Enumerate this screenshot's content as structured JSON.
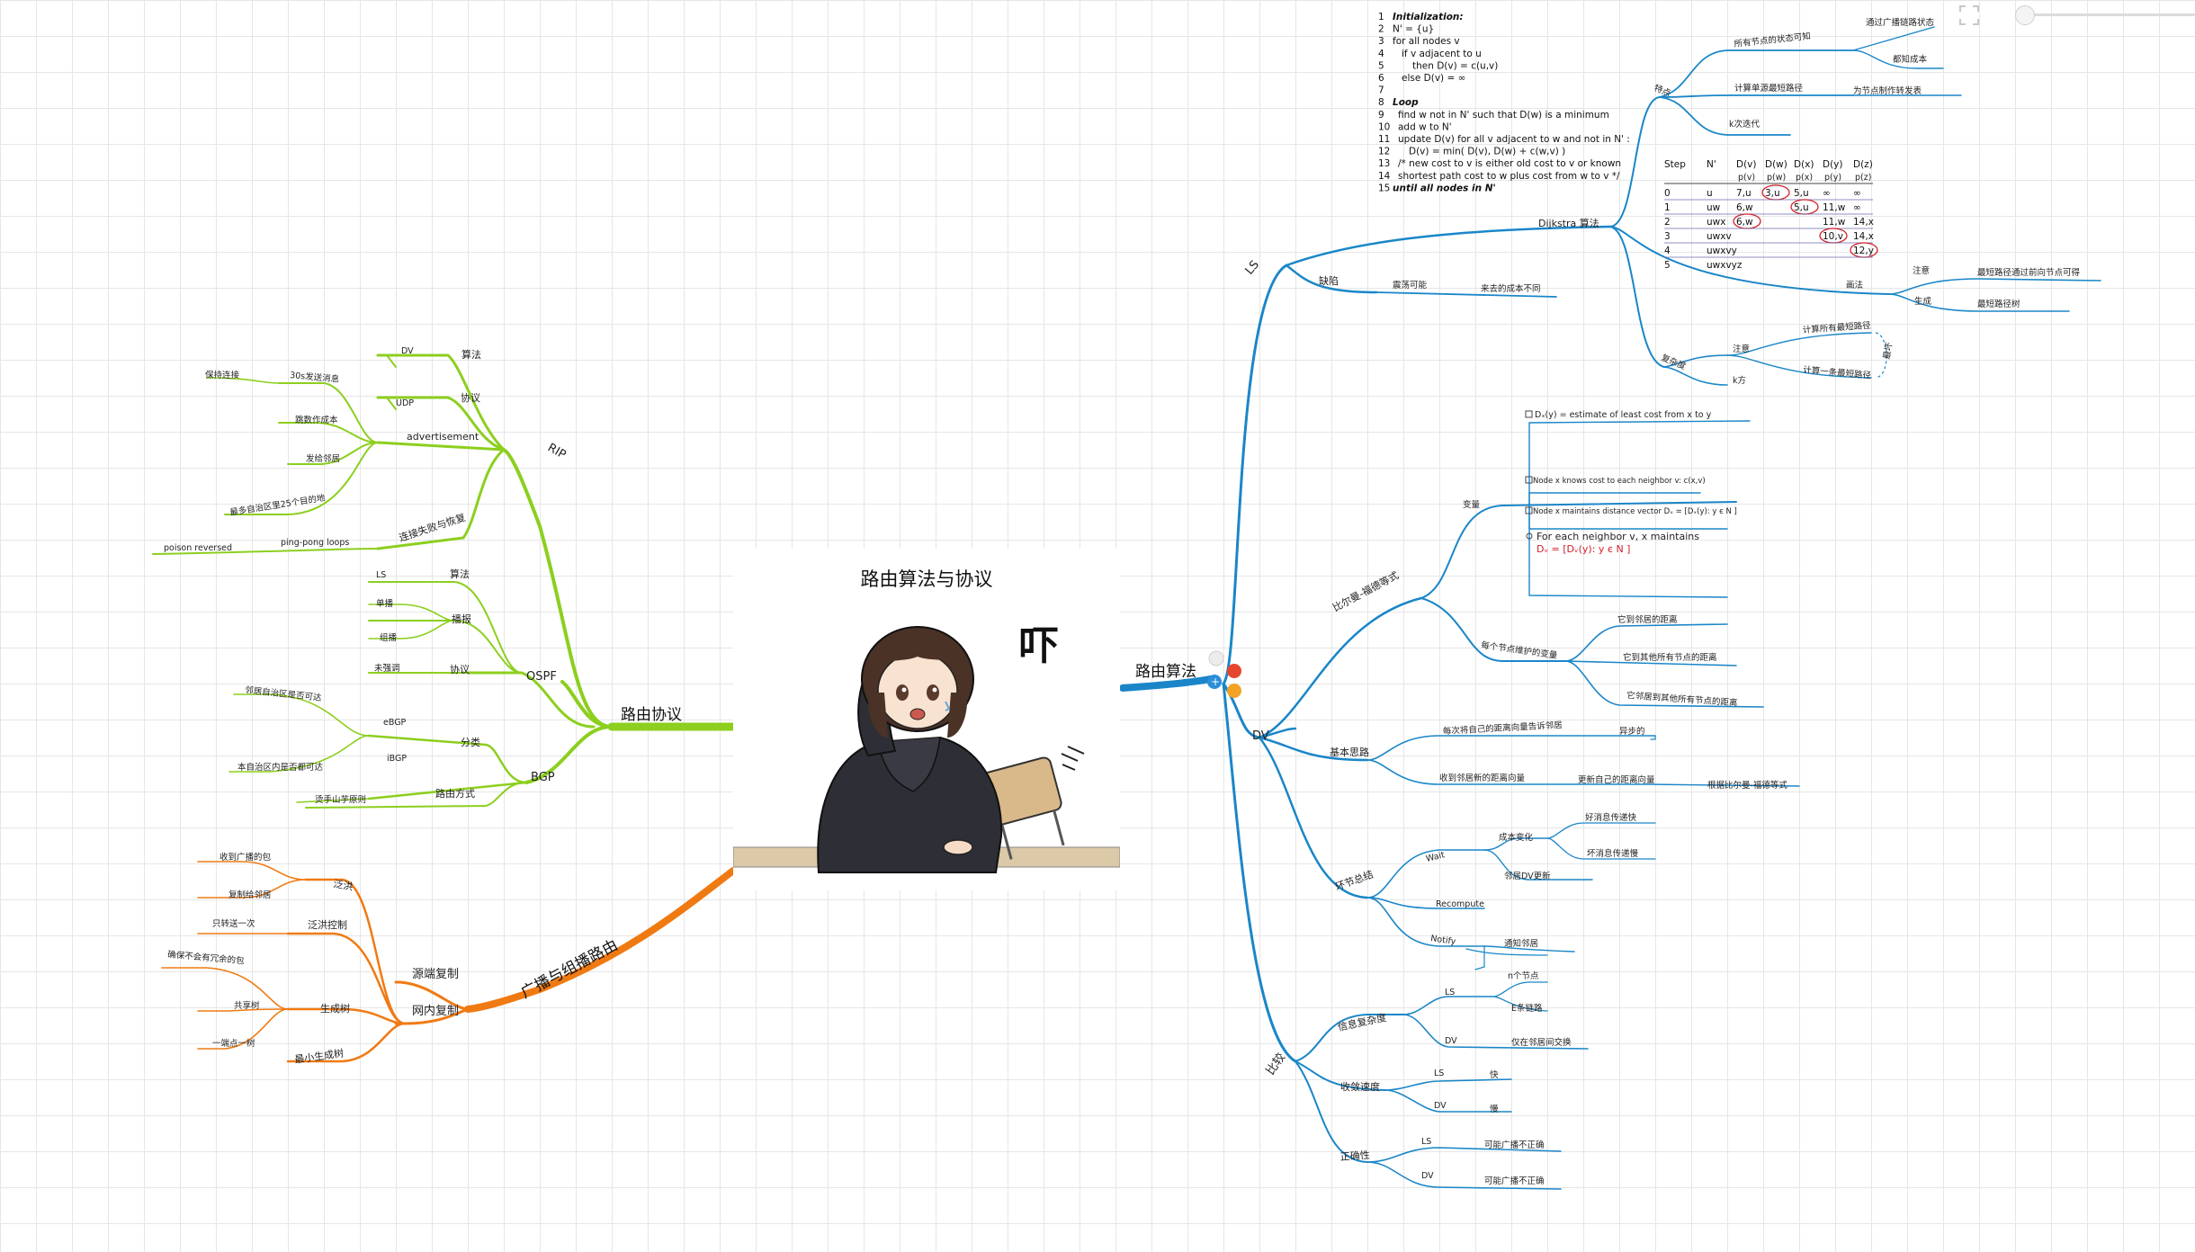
{
  "root": {
    "title": "路由算法与协议"
  },
  "exclaim": "吓",
  "left": {
    "routing_protocols": {
      "label": "路由协议",
      "rip": {
        "label": "RIP",
        "algorithm": {
          "label": "算法",
          "value": "DV"
        },
        "protocol": {
          "label": "协议",
          "value": "UDP"
        },
        "advertisement": {
          "label": "advertisement",
          "items": [
            "30s发送消息",
            "保持连接",
            "跳数作成本",
            "发给邻居",
            "最多自治区里25个目的地"
          ]
        },
        "failure": {
          "label": "连接失败与恢复",
          "pingpong": "ping-pong loops",
          "poison": "poison reversed"
        }
      },
      "ospf": {
        "label": "OSPF",
        "algorithm": {
          "label": "算法",
          "value": "LS"
        },
        "broadcast": {
          "label": "播报",
          "items": [
            "单播",
            "组播"
          ]
        },
        "protocol": {
          "label": "协议",
          "value": "未强调"
        }
      },
      "bgp": {
        "label": "BGP",
        "classification": {
          "label": "分类",
          "ebgp": "eBGP",
          "ebgp_desc": "邻居自治区是否可达",
          "ibgp": "iBGP",
          "ibgp_desc": "本自治区内是否都可达"
        },
        "routing": {
          "label": "路由方式",
          "value": "烫手山芋原则"
        }
      }
    },
    "broadcast": {
      "label": "广播与组播路由",
      "source": {
        "label": "源端复制"
      },
      "innet": {
        "label": "网内复制",
        "flooding": {
          "label": "泛洪",
          "items": [
            "收到广播的包",
            "复制给邻居"
          ]
        },
        "controlled": {
          "label": "泛洪控制",
          "value": "只转送一次"
        },
        "spanning": {
          "label": "生成树",
          "items": [
            "确保不会有冗余的包",
            "共享树",
            "一端点一树"
          ]
        },
        "mst": {
          "label": "最小生成树"
        }
      }
    }
  },
  "right": {
    "algorithms": {
      "label": "路由算法",
      "ls": {
        "label": "LS",
        "dijkstra": {
          "label": "Dijkstra 算法",
          "features": {
            "label": "特点",
            "items": [
              "所有节点的状态可知",
              "通过广播链路状态",
              "都知成本",
              "计算单源最短路径",
              "为节点制作转发表",
              "k次迭代"
            ]
          },
          "drawing": {
            "label": "画法",
            "note_label": "注意",
            "note": "最短路径通过前向节点可得",
            "gen_label": "生成",
            "gen": "最短路径树"
          },
          "complexity": {
            "label": "复杂度",
            "note_label": "注意",
            "k_label": "k方",
            "items": [
              "计算所有最短路径",
              "计算一条最短路径"
            ],
            "bracket": "最坏"
          }
        },
        "drawback": {
          "label": "缺陷",
          "osc": "震荡可能",
          "osc_desc": "来去的成本不同"
        },
        "algo_lines": [
          {
            "n": "1",
            "t": "Initialization:",
            "style": "bi"
          },
          {
            "n": "2",
            "t": "N' = {u}",
            "style": ""
          },
          {
            "n": "3",
            "t": "for all nodes v",
            "style": ""
          },
          {
            "n": "4",
            "t": "if v adjacent to u",
            "style": ""
          },
          {
            "n": "5",
            "t": "then D(v) = c(u,v)",
            "style": ""
          },
          {
            "n": "6",
            "t": "else D(v) = ∞",
            "style": ""
          },
          {
            "n": "7",
            "t": "",
            "style": ""
          },
          {
            "n": "8",
            "t": "Loop",
            "style": "bi"
          },
          {
            "n": "9",
            "t": "find w not in N' such that D(w) is a minimum",
            "style": ""
          },
          {
            "n": "10",
            "t": "add w to N'",
            "style": ""
          },
          {
            "n": "11",
            "t": "update D(v) for all v adjacent to w and not in N' :",
            "style": ""
          },
          {
            "n": "12",
            "t": "D(v) = min( D(v), D(w) + c(w,v) )",
            "style": "red"
          },
          {
            "n": "13",
            "t": "/* new cost to v is either old cost to v or known",
            "style": ""
          },
          {
            "n": "14",
            "t": "shortest path cost to w plus cost from w to v */",
            "style": ""
          },
          {
            "n": "15",
            "t": "until all nodes in N'",
            "style": "bi"
          }
        ],
        "table": {
          "headers": [
            "Step",
            "N'",
            "D(v)",
            "D(w)",
            "D(x)",
            "D(y)",
            "D(z)"
          ],
          "subheaders": [
            "",
            "",
            "p(v)",
            "p(w)",
            "p(x)",
            "p(y)",
            "p(z)"
          ],
          "rows": [
            [
              "0",
              "u",
              "7,u",
              "3,u",
              "5,u",
              "∞",
              "∞"
            ],
            [
              "1",
              "uw",
              "6,w",
              "",
              "5,u",
              "11,w",
              "∞"
            ],
            [
              "2",
              "uwx",
              "6,w",
              "",
              "",
              "11,w",
              "14,x"
            ],
            [
              "3",
              "uwxv",
              "",
              "",
              "",
              "10,v",
              "14,x"
            ],
            [
              "4",
              "uwxvy",
              "",
              "",
              "",
              "",
              "12,y"
            ],
            [
              "5",
              "uwxvyz",
              "",
              "",
              "",
              "",
              ""
            ]
          ]
        }
      },
      "dv": {
        "label": "DV",
        "bellman": {
          "label": "比尔曼-福德等式",
          "variables": {
            "label": "变量",
            "items": [
              "Dₓ(y) = estimate of least cost from x to y",
              "Node x knows cost to each neighbor v: c(x,v)",
              "Node x maintains distance vector Dₓ = [Dₓ(y): y є N ]",
              "For each neighbor v, x maintains",
              "Dᵥ = [Dᵥ(y): y є N ]"
            ]
          },
          "maintain": {
            "label": "每个节点维护的变量",
            "items": [
              "它到邻居的距离",
              "它到其他所有节点的距离",
              "它邻居到其他所有节点的距离"
            ]
          }
        },
        "basic": {
          "label": "基本思路",
          "items": [
            "每次将自己的距离向量告诉邻居",
            "异步的",
            "收到邻居新的距离向量",
            "更新自己的距离向量",
            "根据比尔曼-福德等式"
          ]
        },
        "loop": {
          "label": "环节总结",
          "wait": "Wait",
          "cost_change": "成本变化",
          "good": "好消息传递快",
          "bad": "坏消息传递慢",
          "nbr_dv": "邻居DV更新",
          "recompute": "Recompute",
          "notify": "Notify",
          "notify_nbr": "通知邻居"
        }
      },
      "compare": {
        "label": "比较",
        "msg": {
          "label": "信息复杂度",
          "ls": "LS",
          "ls_items": [
            "n个节点",
            "E条链路"
          ],
          "dv": "DV",
          "dv_item": "仅在邻居间交换"
        },
        "speed": {
          "label": "收敛速度",
          "ls": "LS",
          "ls_v": "快",
          "dv": "DV",
          "dv_v": "慢"
        },
        "robust": {
          "label": "正确性",
          "ls": "LS",
          "ls_v": "可能广播不正确",
          "dv": "DV",
          "dv_v": "可能广播不正确"
        }
      }
    }
  },
  "colors": {
    "green": "#8ccf1e",
    "orange": "#f07a12",
    "blue": "#1a86c8",
    "red": "#d2202a",
    "grid": "#e6e6e6"
  },
  "icons": [
    "expand-icon",
    "zoom-slider",
    "central-topic-icons"
  ]
}
